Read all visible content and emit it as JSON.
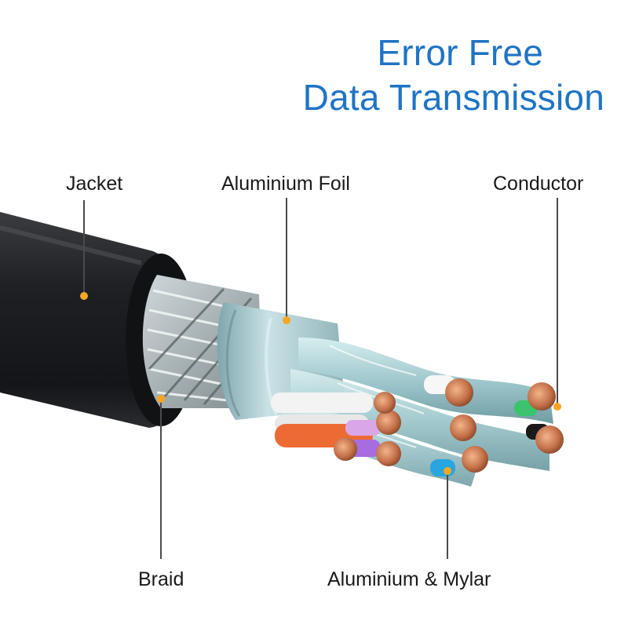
{
  "title": {
    "line1": "Error Free",
    "line2": "Data Transmission"
  },
  "labels": {
    "jacket": "Jacket",
    "aluminium_foil": "Aluminium Foil",
    "conductor": "Conductor",
    "braid": "Braid",
    "aluminium_mylar": "Aluminium & Mylar"
  },
  "colors": {
    "title": "#1f74c4",
    "marker": "#f5a623",
    "jacket": "#1c1d20",
    "foil": "#a9cbd0",
    "copper": "#c77a4e"
  }
}
